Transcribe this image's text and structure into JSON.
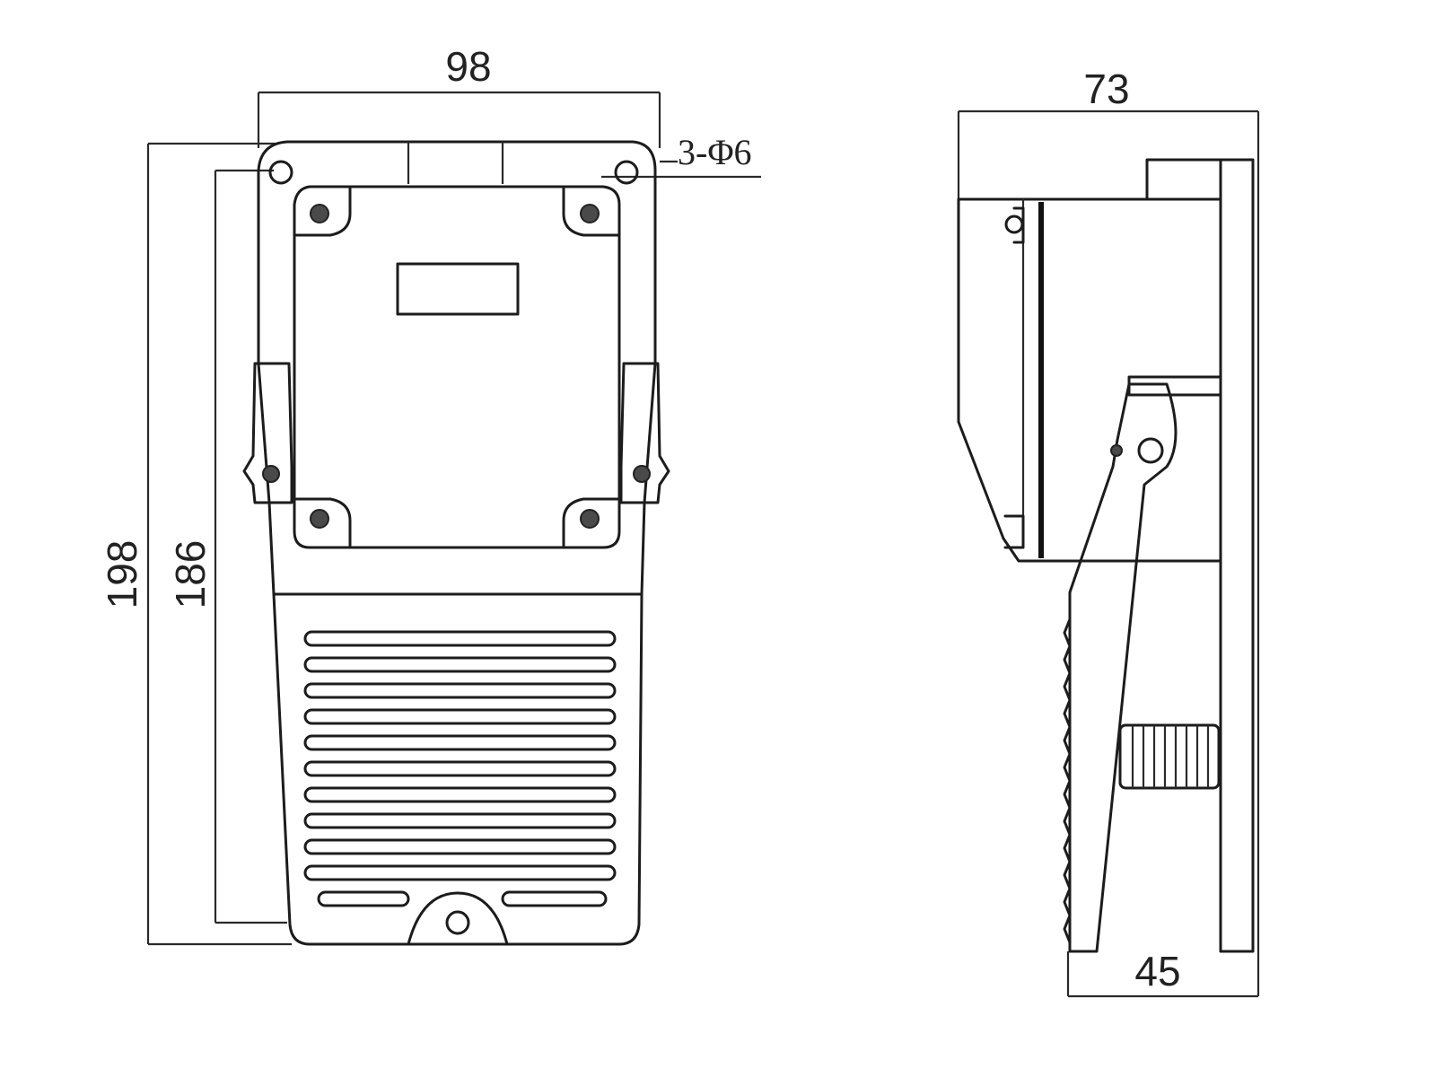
{
  "front_view": {
    "width_label": "98",
    "height_outer_label": "198",
    "height_inner_label": "186",
    "hole_callout": "3-Φ6"
  },
  "side_view": {
    "depth_label": "73",
    "base_label": "45"
  }
}
